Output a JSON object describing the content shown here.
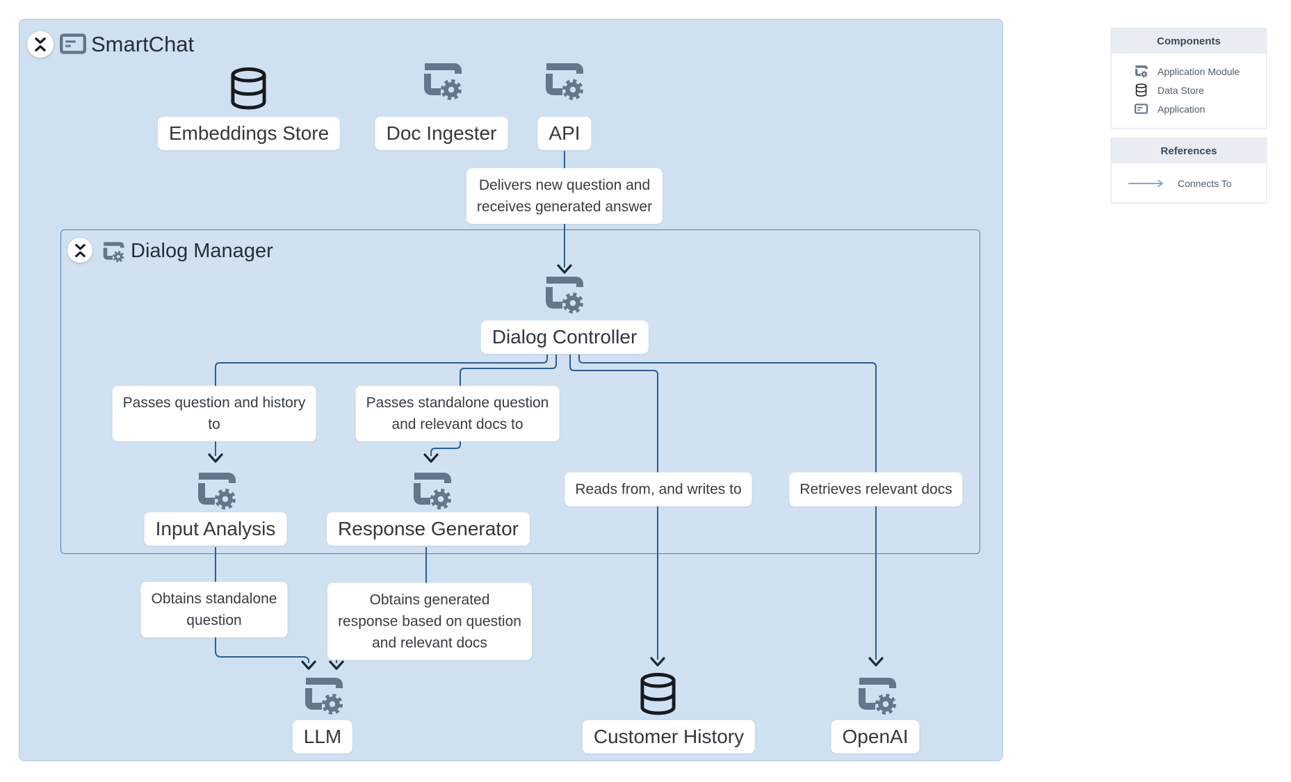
{
  "smartchat_title": "SmartChat",
  "dialog_manager_title": "Dialog Manager",
  "nodes": {
    "embeddings_store": "Embeddings Store",
    "doc_ingester": "Doc Ingester",
    "api": "API",
    "dialog_controller": "Dialog Controller",
    "input_analysis": "Input Analysis",
    "response_generator": "Response Generator",
    "llm": "LLM",
    "customer_history": "Customer History",
    "openai": "OpenAI"
  },
  "edges": {
    "api_to_controller": {
      "lines": [
        "Delivers new question and",
        "receives generated answer"
      ]
    },
    "controller_to_input": {
      "lines": [
        "Passes question and history",
        "to"
      ]
    },
    "controller_to_response": {
      "lines": [
        "Passes standalone question",
        "and relevant docs to"
      ]
    },
    "controller_to_history": {
      "lines": [
        "Reads from, and writes to"
      ]
    },
    "controller_to_openai": {
      "lines": [
        "Retrieves relevant docs"
      ]
    },
    "input_to_llm": {
      "lines": [
        "Obtains standalone",
        "question"
      ]
    },
    "response_to_llm": {
      "lines": [
        "Obtains generated",
        "response based on question",
        "and relevant docs"
      ]
    }
  },
  "legend": {
    "components": {
      "title": "Components",
      "items": [
        {
          "label": "Application Module",
          "icon": "application-module-icon"
        },
        {
          "label": "Data Store",
          "icon": "data-store-icon"
        },
        {
          "label": "Application",
          "icon": "application-icon"
        }
      ]
    },
    "references": {
      "title": "References",
      "items": [
        {
          "label": "Connects To",
          "icon": "connects-to-arrow"
        }
      ]
    }
  },
  "colors": {
    "box_fill": "#cfe0f1",
    "dialog_border": "#4f80b0",
    "edge": "#2d5d8e",
    "arrowhead": "#1d2935",
    "module_icon": "#66758a",
    "datastore_icon": "#16191d"
  }
}
